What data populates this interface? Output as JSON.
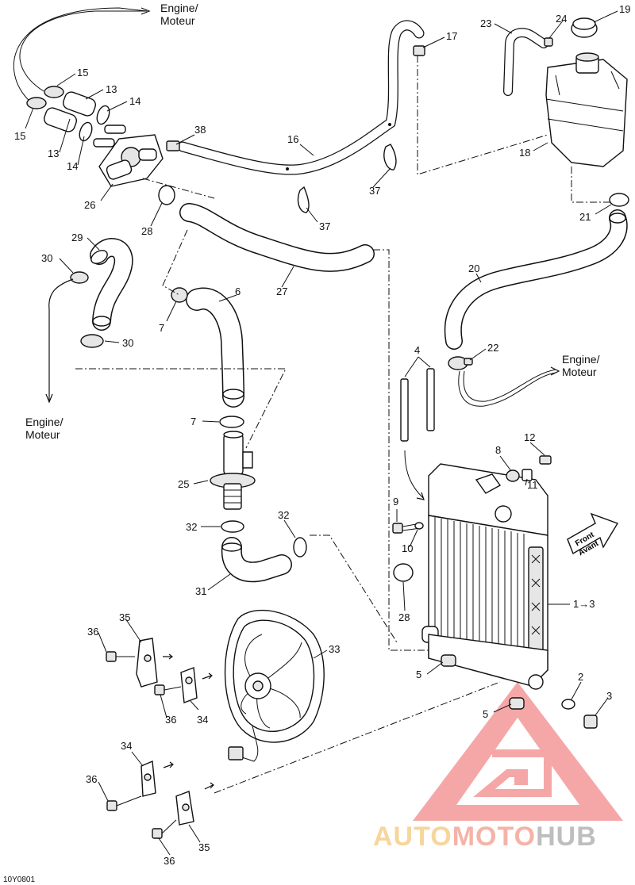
{
  "diagram": {
    "notes": {
      "engine_top": [
        "Engine/",
        "Moteur"
      ],
      "engine_right": [
        "Engine/",
        "Moteur"
      ],
      "engine_left": [
        "Engine/",
        "Moteur"
      ],
      "front": [
        "Front",
        "Avant"
      ],
      "code": "10Y0801"
    },
    "callouts": [
      "15",
      "13",
      "14",
      "15",
      "13",
      "14",
      "38",
      "16",
      "17",
      "23",
      "24",
      "19",
      "18",
      "21",
      "37",
      "37",
      "26",
      "28",
      "29",
      "30",
      "27",
      "6",
      "20",
      "7",
      "30",
      "4",
      "22",
      "7",
      "12",
      "8",
      "11",
      "25",
      "9",
      "10",
      "32",
      "32",
      "31",
      "28",
      "1→3",
      "35",
      "36",
      "33",
      "5",
      "2",
      "3",
      "36",
      "34",
      "5",
      "34",
      "36",
      "35",
      "36"
    ]
  },
  "watermark": {
    "word_parts": [
      "AUTO",
      "MOTO",
      "HUB"
    ],
    "colors": {
      "auto": "#f5c87a",
      "moto": "#f29a8a",
      "hub": "#a9a9a9",
      "triangle": "#f28a8a"
    }
  }
}
